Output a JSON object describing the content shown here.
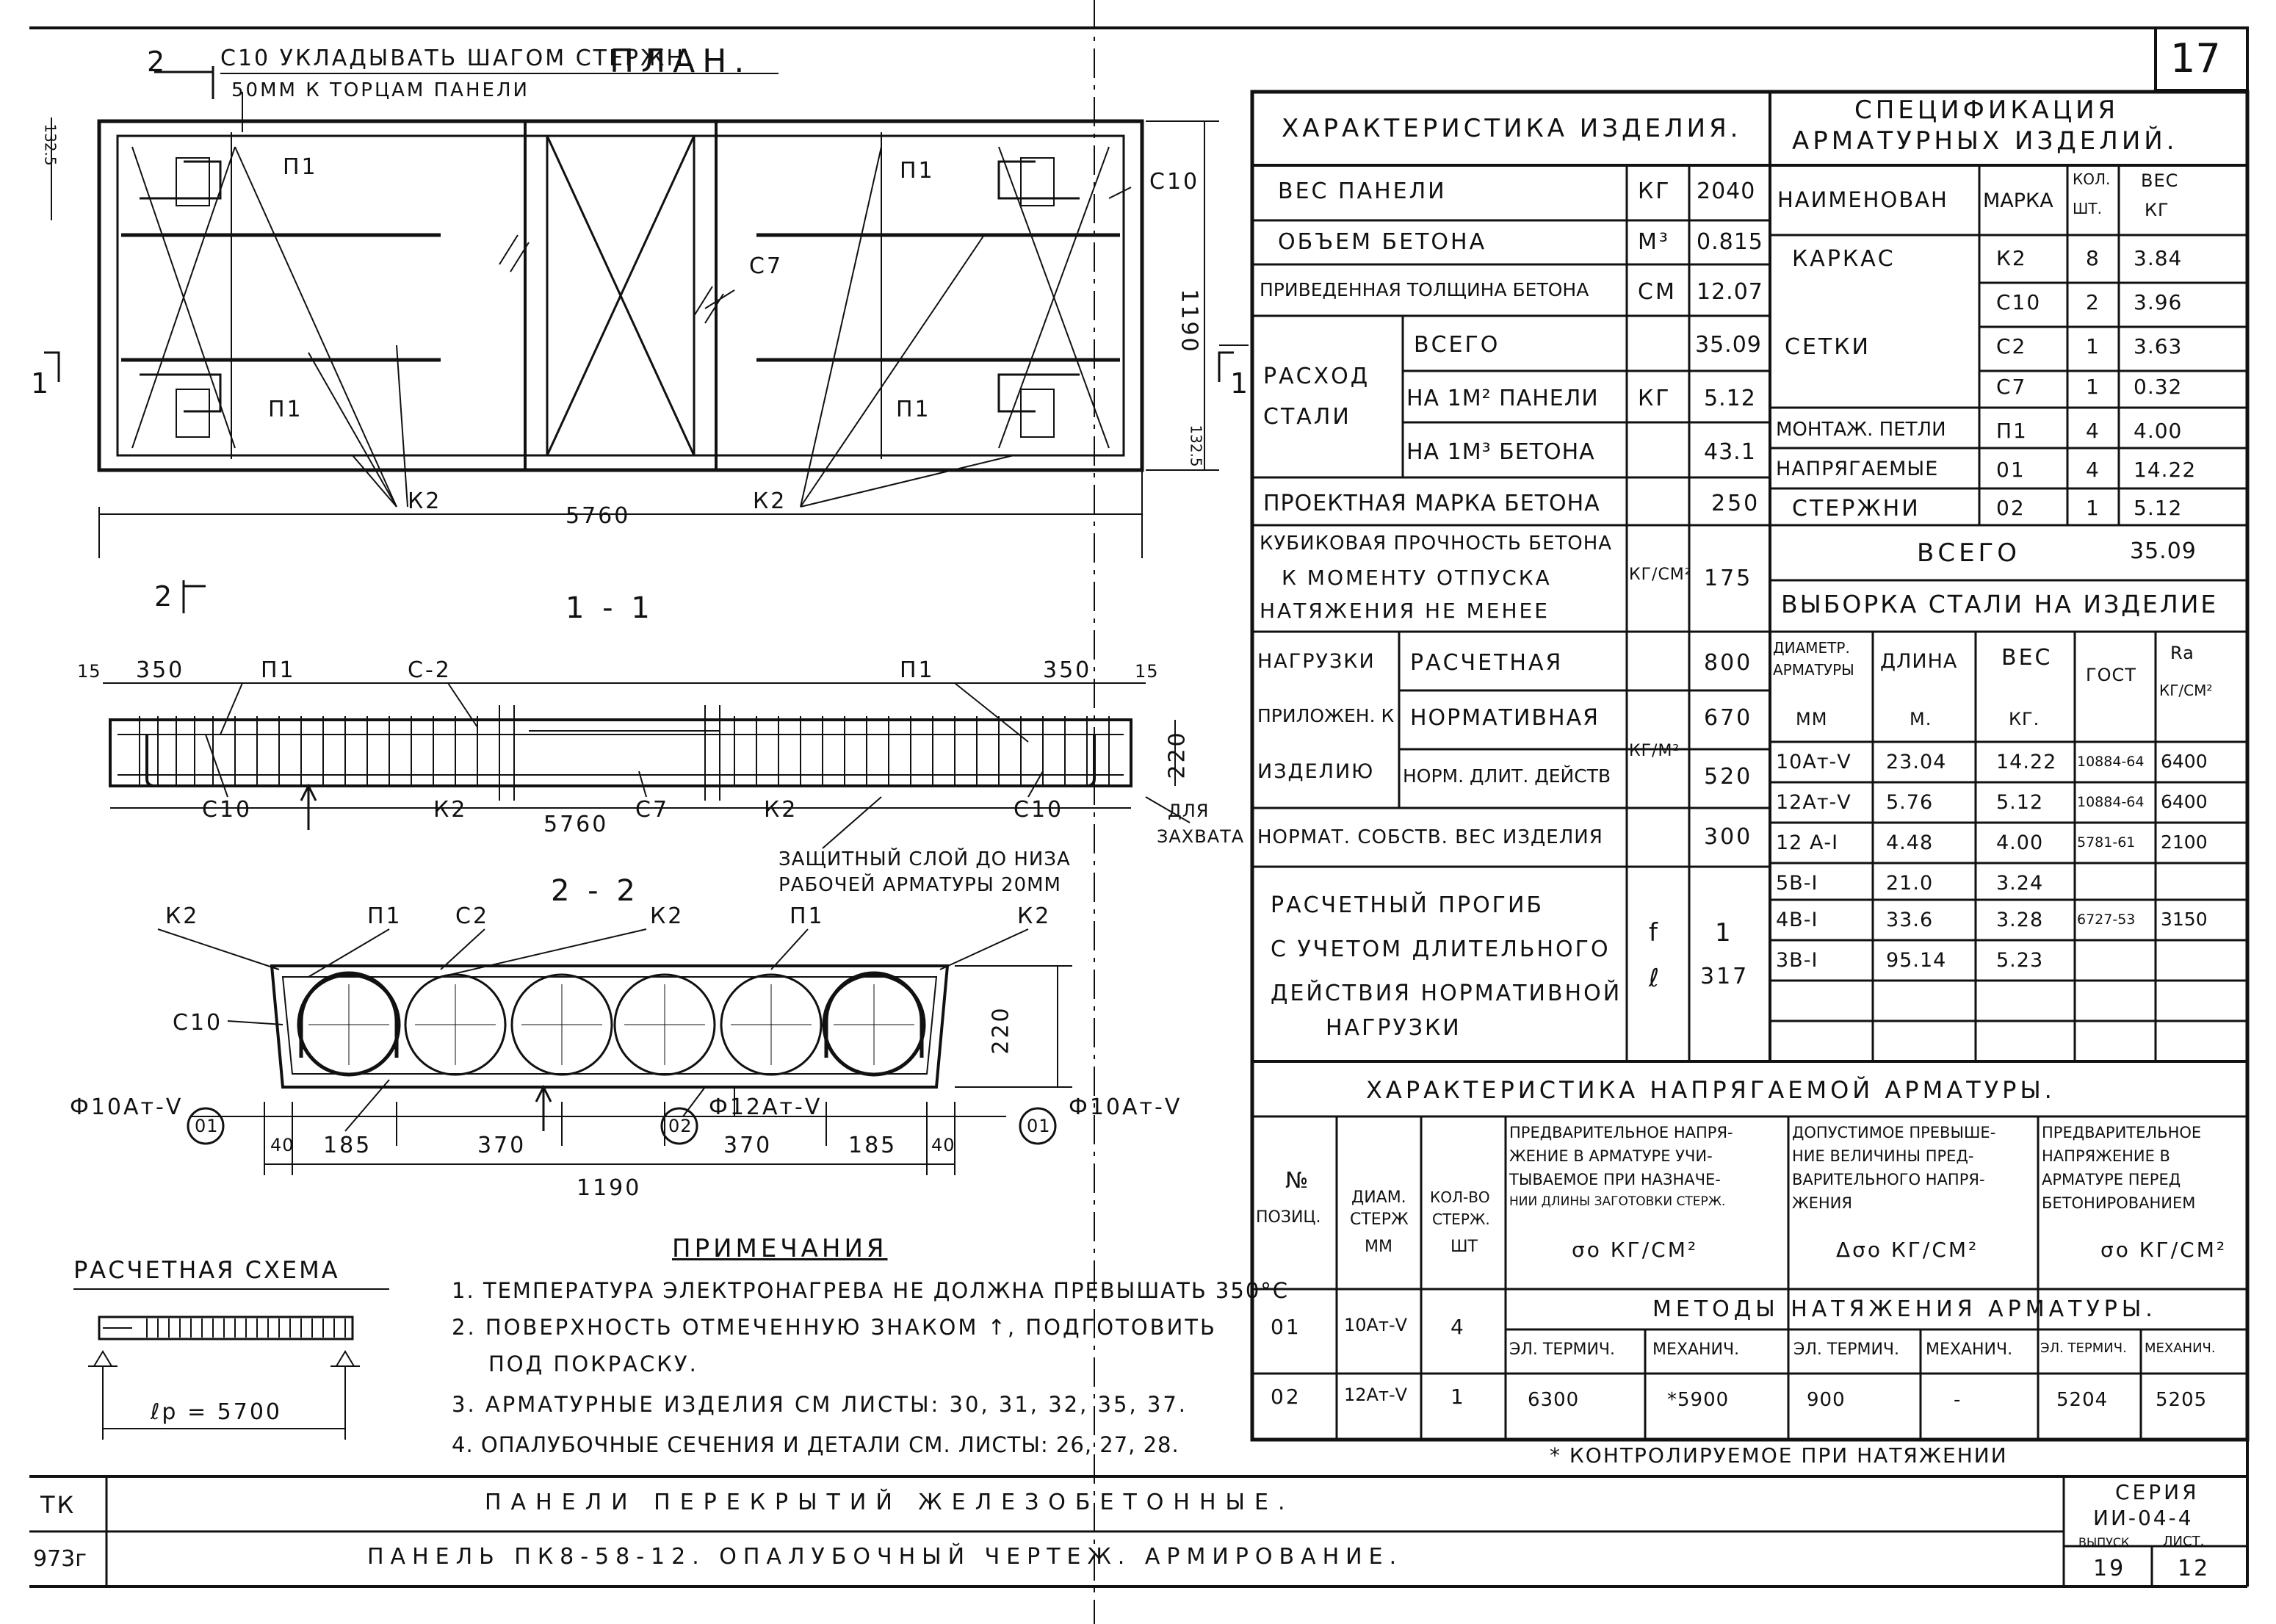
{
  "sheet": {
    "number": "17",
    "series_label": "СЕРИЯ",
    "series": "ИИ-04-4",
    "issue_label": "ВЫПУСК",
    "issue": "19",
    "list_label": "ЛИСТ.",
    "list": "12"
  },
  "title_block": {
    "tk": "ТК",
    "code": "973г",
    "row1": "ПАНЕЛИ  ПЕРЕКРЫТИЙ  ЖЕЛЕЗОБЕТОННЫЕ.",
    "row2": "ПАНЕЛЬ ПК8-58-12.   ОПАЛУБОЧНЫЙ ЧЕРТЕЖ. АРМИРОВАНИЕ."
  },
  "plan": {
    "title": "ПЛАН.",
    "note1": "С10 УКЛАДЫВАТЬ ШАГОМ СТЕРЖН.",
    "note2": "50ММ К ТОРЦАМ ПАНЕЛИ",
    "sec2": "2",
    "sec1": "1",
    "labels": {
      "p1": "П1",
      "c10": "С10",
      "c7": "С7",
      "k2": "К2"
    },
    "dims": {
      "len": "5760",
      "w": "1190",
      "e1": "132.5",
      "e2": "132.5"
    }
  },
  "section11": {
    "title": "1 - 1",
    "dims": {
      "a": "15",
      "b": "350",
      "c": "350",
      "d": "15",
      "h": "220",
      "len": "5760"
    },
    "labels": {
      "p1": "П1",
      "c2": "С-2",
      "p1b": "П1",
      "c10": "С10",
      "k2": "К2",
      "c7": "С7",
      "k2b": "К2",
      "c10b": "С10",
      "grab1": "ДЛЯ",
      "grab2": "ЗАХВАТА"
    },
    "note1": "ЗАЩИТНЫЙ СЛОЙ ДО НИЗА",
    "note2": "РАБОЧЕЙ АРМАТУРЫ 20ММ"
  },
  "section22": {
    "title": "2 - 2",
    "labels": {
      "k2a": "К2",
      "p1a": "П1",
      "c2": "С2",
      "k2b": "К2",
      "p1b": "П1",
      "k2c": "К2",
      "c10": "С10"
    },
    "marks": {
      "m01a": "01",
      "m02": "02",
      "m01b": "01"
    },
    "bars": {
      "left": "Ф10Ат-V",
      "mid": "Ф12Ат-V",
      "right": "Ф10Ат-V"
    },
    "dims": {
      "d40a": "40",
      "d185a": "185",
      "d370a": "370",
      "d370b": "370",
      "d185b": "185",
      "d40b": "40",
      "w": "1190",
      "h": "220"
    }
  },
  "scheme": {
    "title": "РАСЧЕТНАЯ СХЕМА",
    "span": "ℓр = 5700"
  },
  "notes": {
    "title": "ПРИМЕЧАНИЯ",
    "items": [
      "1. ТЕМПЕРАТУРА ЭЛЕКТРОНАГРЕВА НЕ ДОЛЖНА ПРЕВЫШАТЬ 350°С",
      "2. ПОВЕРХНОСТЬ ОТМЕЧЕННУЮ ЗНАКОМ ↑, ПОДГОТОВИТЬ",
      "ПОД ПОКРАСКУ.",
      "3. АРМАТУРНЫЕ ИЗДЕЛИЯ СМ ЛИСТЫ: 30, 31, 32, 35, 37.",
      "4. ОПАЛУБОЧНЫЕ СЕЧЕНИЯ И ДЕТАЛИ СМ. ЛИСТЫ: 26, 27, 28."
    ]
  },
  "characteristics": {
    "title": "ХАРАКТЕРИСТИКА ИЗДЕЛИЯ.",
    "rows": [
      {
        "name": "ВЕС ПАНЕЛИ",
        "unit": "КГ",
        "value": "2040"
      },
      {
        "name": "ОБЪЕМ БЕТОНА",
        "unit": "М³",
        "value": "0.815"
      },
      {
        "name": "ПРИВЕДЕННАЯ ТОЛЩИНА БЕТОНА",
        "unit": "СМ",
        "value": "12.07"
      }
    ],
    "steel": {
      "label1": "РАСХОД",
      "label2": "СТАЛИ",
      "unit": "КГ",
      "items": [
        {
          "name": "ВСЕГО",
          "value": "35.09"
        },
        {
          "name": "НА 1М² ПАНЕЛИ",
          "value": "5.12"
        },
        {
          "name": "НА 1М³ БЕТОНА",
          "value": "43.1"
        }
      ]
    },
    "grade": {
      "name": "ПРОЕКТНАЯ МАРКА БЕТОНА",
      "value": "250"
    },
    "cube": {
      "l1": "КУБИКОВАЯ ПРОЧНОСТЬ БЕТОНА",
      "l2": "К МОМЕНТУ ОТПУСКА",
      "l3": "НАТЯЖЕНИЯ НЕ МЕНЕЕ",
      "unit": "КГ/СМ²",
      "value": "175"
    },
    "loads": {
      "l1": "НАГРУЗКИ",
      "l2": "ПРИЛОЖЕН. К",
      "l3": "ИЗДЕЛИЮ",
      "unit": "КГ/М²",
      "items": [
        {
          "name": "РАСЧЕТНАЯ",
          "value": "800"
        },
        {
          "name": "НОРМАТИВНАЯ",
          "value": "670"
        },
        {
          "name": "НОРМ. ДЛИТ. ДЕЙСТВ",
          "value": "520"
        }
      ]
    },
    "own": {
      "name": "НОРМАТ. СОБСТВ. ВЕС ИЗДЕЛИЯ",
      "value": "300"
    },
    "defl": {
      "l1": "РАСЧЕТНЫЙ ПРОГИБ",
      "l2": "С УЧЕТОМ ДЛИТЕЛЬНОГО",
      "l3": "ДЕЙСТВИЯ НОРМАТИВНОЙ",
      "l4": "НАГРУЗКИ",
      "f": "f",
      "l": "ℓ",
      "n": "1",
      "d": "317"
    }
  },
  "spec": {
    "title1": "СПЕЦИФИКАЦИЯ",
    "title2": "АРМАТУРНЫХ ИЗДЕЛИЙ.",
    "headers": {
      "name": "НАИМЕНОВАН",
      "mark": "МАРКА",
      "qty1": "КОЛ.",
      "qty2": "ШТ.",
      "w1": "ВЕС",
      "w2": "КГ"
    },
    "groups": {
      "karkas": "КАРКАС",
      "setki": "СЕТКИ",
      "petli": "МОНТАЖ. ПЕТЛИ",
      "nap1": "НАПРЯГАЕМЫЕ",
      "nap2": "СТЕРЖНИ"
    },
    "rows": [
      {
        "mark": "К2",
        "qty": "8",
        "w": "3.84"
      },
      {
        "mark": "С10",
        "qty": "2",
        "w": "3.96"
      },
      {
        "mark": "С2",
        "qty": "1",
        "w": "3.63"
      },
      {
        "mark": "С7",
        "qty": "1",
        "w": "0.32"
      },
      {
        "mark": "П1",
        "qty": "4",
        "w": "4.00"
      },
      {
        "mark": "01",
        "qty": "4",
        "w": "14.22"
      },
      {
        "mark": "02",
        "qty": "1",
        "w": "5.12"
      }
    ],
    "total_label": "ВСЕГО",
    "total": "35.09"
  },
  "selection": {
    "title": "ВЫБОРКА СТАЛИ НА ИЗДЕЛИЕ",
    "headers": {
      "d1": "ДИАМЕТР.",
      "d2": "АРМАТУРЫ",
      "d3": "ММ",
      "len1": "ДЛИНА",
      "len2": "М.",
      "w1": "ВЕС",
      "w2": "КГ.",
      "gost": "ГОСТ",
      "ra1": "Ra",
      "ra2": "КГ/СМ²"
    },
    "rows": [
      {
        "d": "10Ат-V",
        "len": "23.04",
        "w": "14.22",
        "gost": "10884-64",
        "ra": "6400"
      },
      {
        "d": "12Ат-V",
        "len": "5.76",
        "w": "5.12",
        "gost": "10884-64",
        "ra": "6400"
      },
      {
        "d": "12 А-I",
        "len": "4.48",
        "w": "4.00",
        "gost": "5781-61",
        "ra": "2100"
      },
      {
        "d": "5В-I",
        "len": "21.0",
        "w": "3.24",
        "gost": "",
        "ra": ""
      },
      {
        "d": "4В-I",
        "len": "33.6",
        "w": "3.28",
        "gost": "6727-53",
        "ra": "3150"
      },
      {
        "d": "3В-I",
        "len": "95.14",
        "w": "5.23",
        "gost": "",
        "ra": ""
      }
    ]
  },
  "prestress": {
    "title": "ХАРАКТЕРИСТИКА НАПРЯГАЕМОЙ АРМАТУРЫ.",
    "headers": {
      "pos1": "№",
      "pos2": "ПОЗИЦ.",
      "dia1": "ДИАМ.",
      "dia2": "СТЕРЖ",
      "dia3": "ММ",
      "cnt1": "КОЛ-ВО",
      "cnt2": "СТЕРЖ.",
      "cnt3": "ШТ",
      "pre": [
        "ПРЕДВАРИТЕЛЬНОЕ НАПРЯ-",
        "ЖЕНИЕ В АРМАТУРЕ УЧИ-",
        "ТЫВАЕМОЕ ПРИ НАЗНАЧЕ-",
        "НИИ ДЛИНЫ ЗАГОТОВКИ СТЕРЖ.",
        "σо КГ/СМ²"
      ],
      "dop": [
        "ДОПУСТИМОЕ ПРЕВЫШЕ-",
        "НИЕ ВЕЛИЧИНЫ ПРЕД-",
        "ВАРИТЕЛЬНОГО НАПРЯ-",
        "ЖЕНИЯ",
        "Δσо КГ/СМ²"
      ],
      "bet": [
        "ПРЕДВАРИТЕЛЬНОЕ",
        "НАПРЯЖЕНИЕ В",
        "АРМАТУРЕ ПЕРЕД",
        "БЕТОНИРОВАНИЕМ",
        "σо КГ/СМ²"
      ],
      "methods": "МЕТОДЫ НАТЯЖЕНИЯ АРМАТУРЫ.",
      "m": [
        "ЭЛ. ТЕРМИЧ.",
        "МЕХАНИЧ.",
        "ЭЛ. ТЕРМИЧ.",
        "МЕХАНИЧ.",
        "ЭЛ. ТЕРМИЧ.",
        "МЕХАНИЧ."
      ]
    },
    "rows": [
      {
        "pos": "01",
        "dia": "10Ат-V",
        "cnt": "4",
        "v": [
          "",
          "",
          "",
          "",
          "",
          ""
        ]
      },
      {
        "pos": "02",
        "dia": "12Ат-V",
        "cnt": "1",
        "v": [
          "6300",
          "*5900",
          "900",
          "-",
          "5204",
          "5205"
        ]
      }
    ],
    "footnote": "* КОНТРОЛИРУЕМОЕ ПРИ НАТЯЖЕНИИ"
  }
}
